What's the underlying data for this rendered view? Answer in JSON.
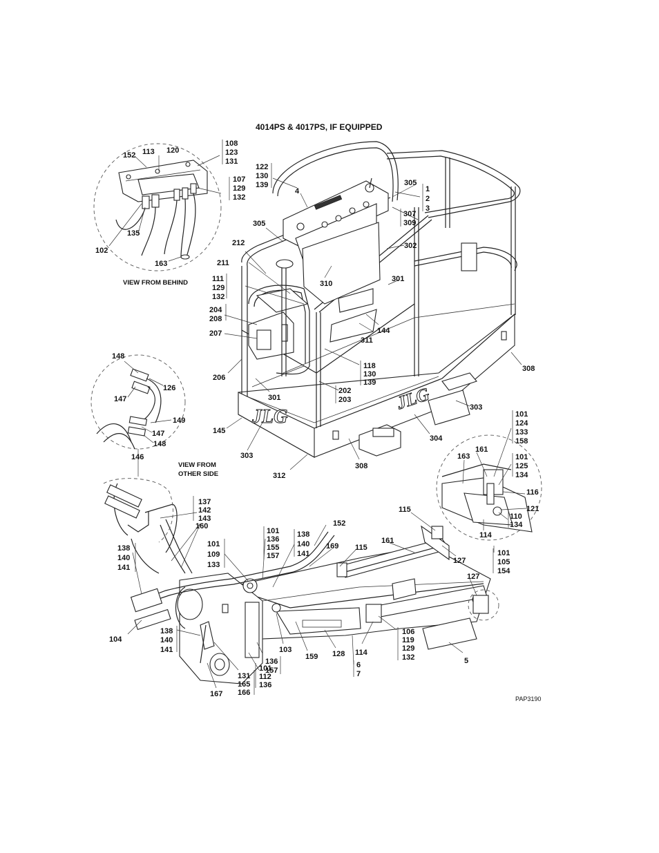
{
  "title": "4014PS & 4017PS, IF EQUIPPED",
  "drawing_code": "PAP3190",
  "captions": {
    "view_from_behind": "VIEW FROM BEHIND",
    "view_from_other_side_1": "VIEW FROM",
    "view_from_other_side_2": "OTHER SIDE"
  },
  "labels": {
    "l152a": "152",
    "l113": "113",
    "l120": "120",
    "g108": "108",
    "g123": "123",
    "g131": "131",
    "g107": "107",
    "g129a": "129",
    "g132a": "132",
    "l135": "135",
    "l102": "102",
    "l163a": "163",
    "g122": "122",
    "g130a": "130",
    "g139a": "139",
    "l4": "4",
    "l305a": "305",
    "g1": "1",
    "g2": "2",
    "g3": "3",
    "g307": "307",
    "g309": "309",
    "l305b": "305",
    "l302": "302",
    "l212": "212",
    "l211": "211",
    "g111": "111",
    "g129b": "129",
    "g132b": "132",
    "l310": "310",
    "l301a": "301",
    "g204": "204",
    "g208": "208",
    "l207": "207",
    "l311": "311",
    "l144": "144",
    "g118": "118",
    "g130b": "130",
    "g139b": "139",
    "l206": "206",
    "l308a": "308",
    "l301b": "301",
    "g202": "202",
    "g203": "203",
    "l148a": "148",
    "l126": "126",
    "l147a": "147",
    "l149": "149",
    "l147b": "147",
    "l148b": "148",
    "l146": "146",
    "l303a": "303",
    "l145": "145",
    "l303b": "303",
    "l304": "304",
    "l308b": "308",
    "l312": "312",
    "g101a": "101",
    "g124": "124",
    "g133a": "133",
    "g158": "158",
    "l163b": "163",
    "l161a": "161",
    "g101b": "101",
    "g125": "125",
    "g134a": "134",
    "l116": "116",
    "l121": "121",
    "g110": "110",
    "g134b": "134",
    "l114a": "114",
    "g137": "137",
    "g142": "142",
    "g143": "143",
    "l160": "160",
    "l152b": "152",
    "l115a": "115",
    "g101c": "101",
    "g109": "109",
    "g133b": "133",
    "g101d": "101",
    "g136a": "136",
    "g155": "155",
    "g157a": "157",
    "g138a": "138",
    "g140a": "140",
    "g141a": "141",
    "l169": "169",
    "l115b": "115",
    "l161b": "161",
    "g138b": "138",
    "g140b": "140",
    "g141b": "141",
    "l127a": "127",
    "g101e": "101",
    "g105": "105",
    "g154": "154",
    "l127b": "127",
    "l104": "104",
    "g138c": "138",
    "g140c": "140",
    "g141c": "141",
    "l103": "103",
    "l159": "159",
    "g136b": "136",
    "g157b": "157",
    "l128": "128",
    "l114b": "114",
    "g106": "106",
    "g119": "119",
    "g129c": "129",
    "g132c": "132",
    "l5": "5",
    "g131b": "131",
    "g165": "165",
    "g166": "166",
    "g101f": "101",
    "g112": "112",
    "g136c": "136",
    "g6": "6",
    "g7": "7",
    "l167": "167"
  }
}
